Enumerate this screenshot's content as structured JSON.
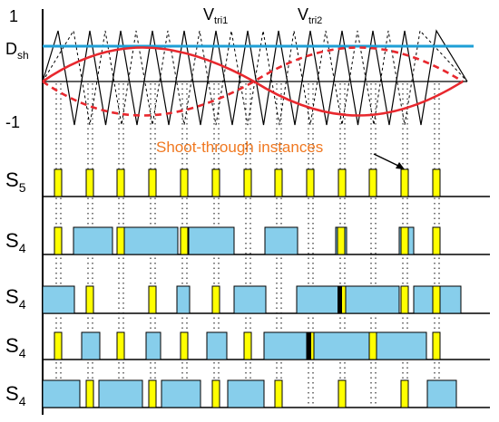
{
  "labels": {
    "one": "1",
    "dsh_main": "D",
    "dsh_sub": "sh",
    "minus_one": "-1",
    "vtri1_main": "V",
    "vtri1_sub": "tri1",
    "vtri2_main": "V",
    "vtri2_sub": "tri2",
    "shoot_through": "Shoot-through instances"
  },
  "rows": [
    {
      "main": "S",
      "sub": "5"
    },
    {
      "main": "S",
      "sub": "4"
    },
    {
      "main": "S",
      "sub": "4"
    },
    {
      "main": "S",
      "sub": "4"
    },
    {
      "main": "S",
      "sub": "4"
    }
  ],
  "colors": {
    "pulse_yellow": "#ffff00",
    "pulse_blue": "#87ceeb",
    "dsh_line": "#1e9fd6",
    "sine": "#e8282e",
    "annotation": "#f07820"
  }
}
